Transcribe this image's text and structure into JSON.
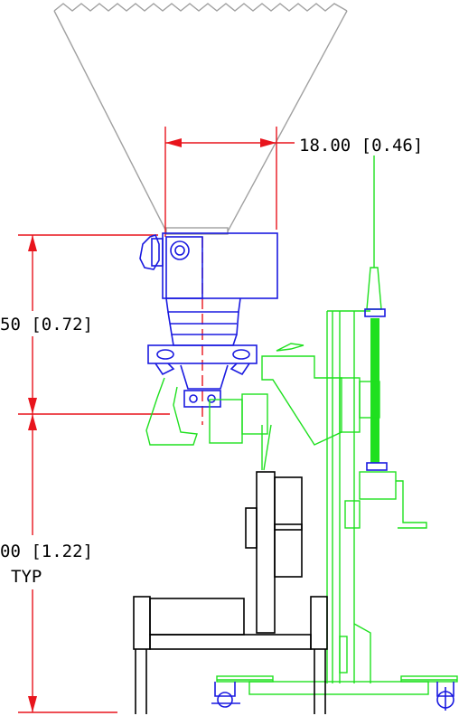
{
  "dimensions": {
    "width_label": "18.00 [0.46]",
    "upper_height_label": "50 [0.72]",
    "lower_height_label": "00 [1.22]",
    "lower_height_note": "TYP"
  },
  "colors": {
    "dimension": "#e8141c",
    "discharger": "#1a1ae0",
    "frame": "#1fe01f",
    "hopper": "#a0a0a0",
    "base": "#000000"
  }
}
